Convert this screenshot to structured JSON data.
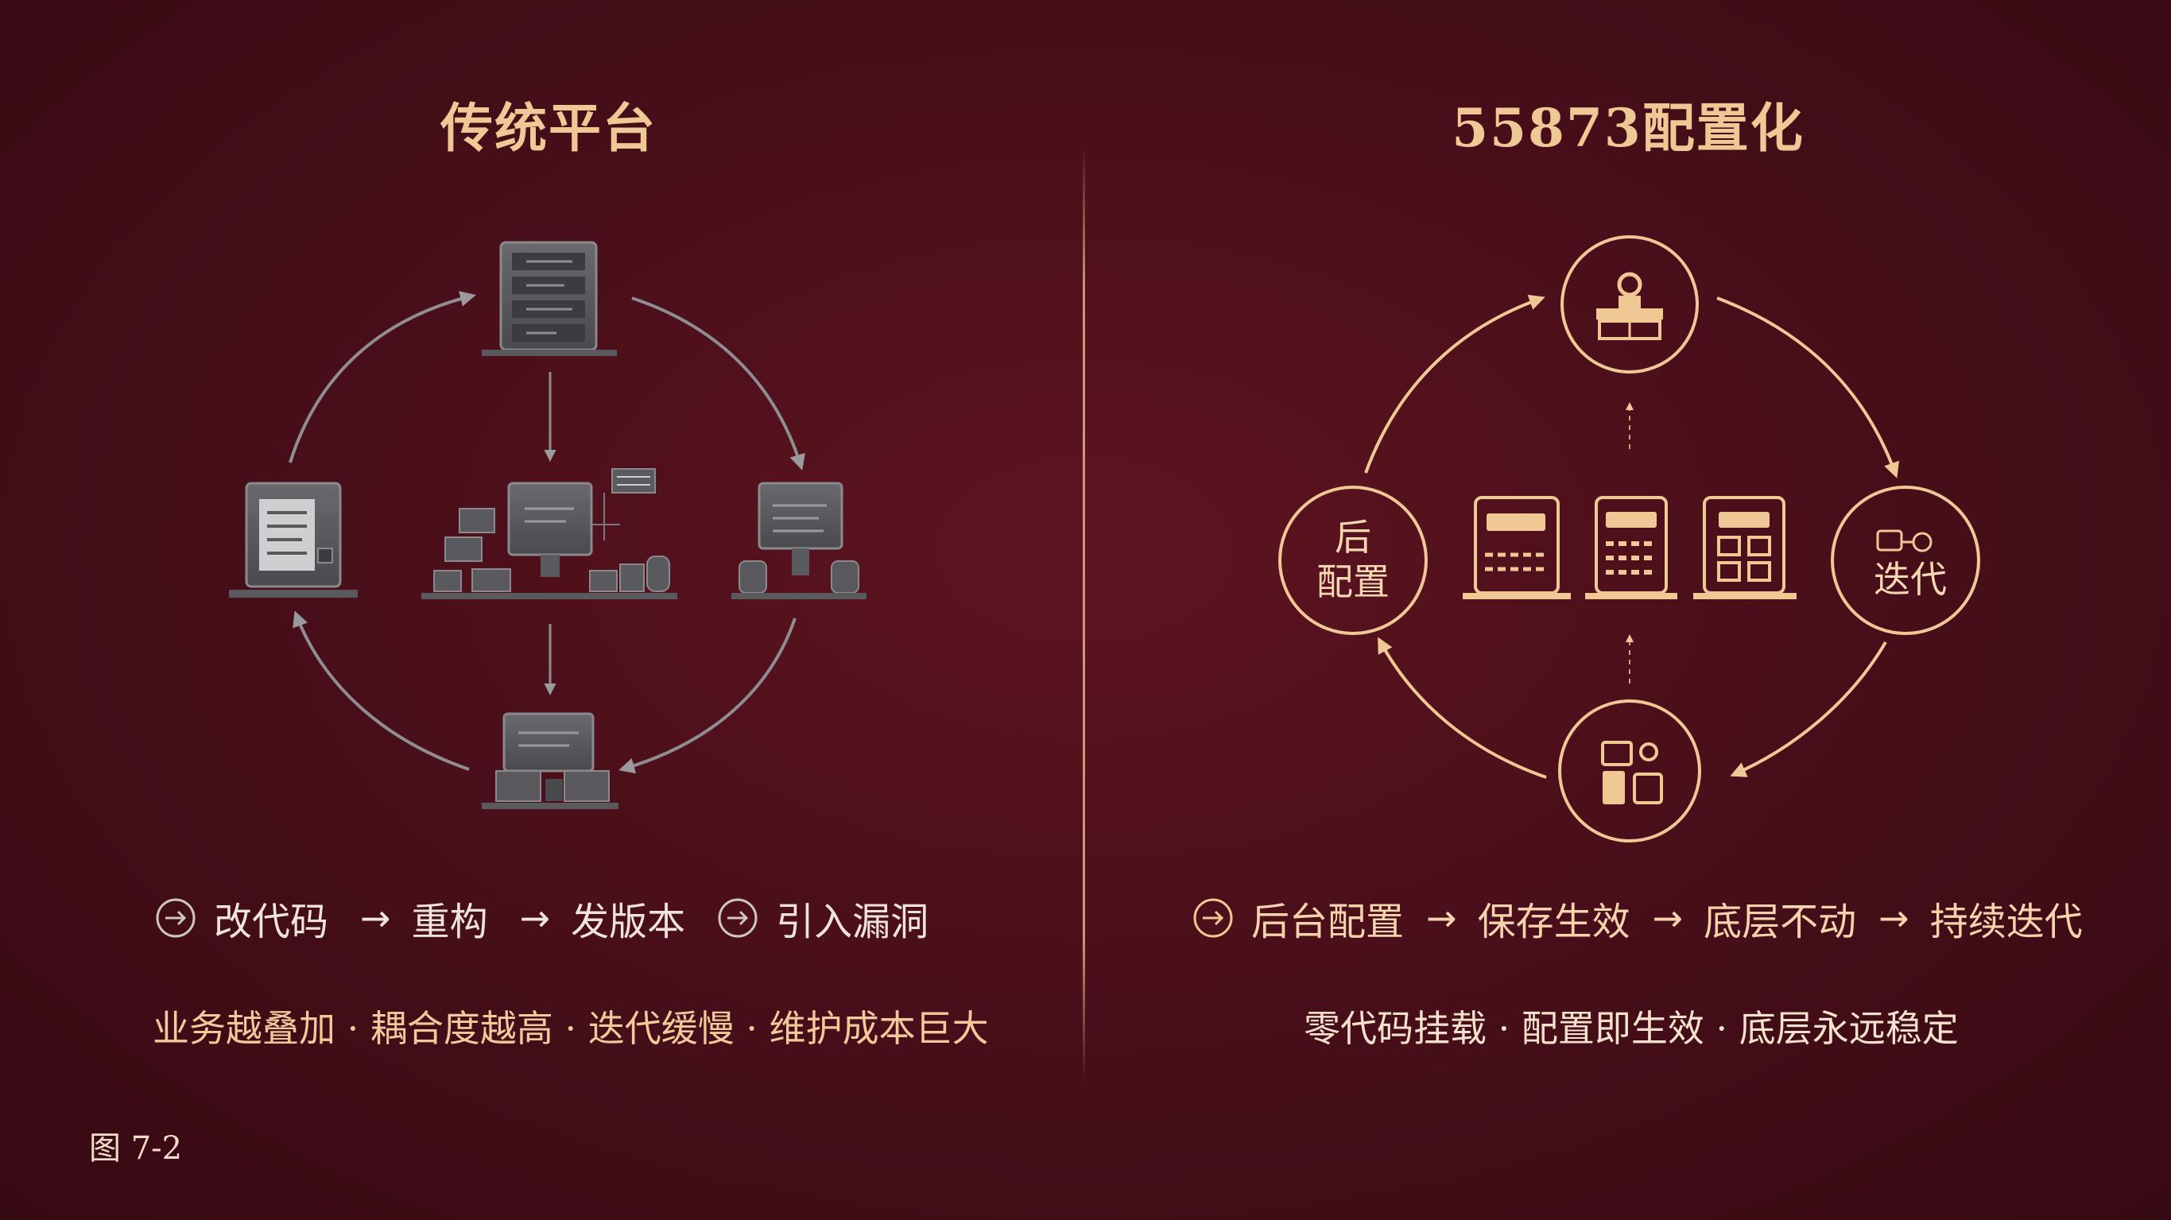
{
  "left_panel": {
    "title": "传统平台",
    "flow": [
      "改代码",
      "重构",
      "发版本",
      "引入漏洞"
    ],
    "summary": "业务越叠加 · 耦合度越高 · 迭代缓慢 · 维护成本巨大"
  },
  "right_panel": {
    "title": "55873配置化",
    "nodes": {
      "left_label_top": "后",
      "left_label_bottom": "配置",
      "right_label": "迭代"
    },
    "flow": [
      "后台配置",
      "保存生效",
      "底层不动",
      "持续迭代"
    ],
    "summary": "零代码挂载 · 配置即生效 · 底层永远稳定"
  },
  "caption": "图 7-2",
  "colors": {
    "background": "#4a0f1a",
    "accent_gold": "#e8b88c",
    "title_gold": "#f0c896",
    "icon_gray": "#6b6b6e"
  }
}
